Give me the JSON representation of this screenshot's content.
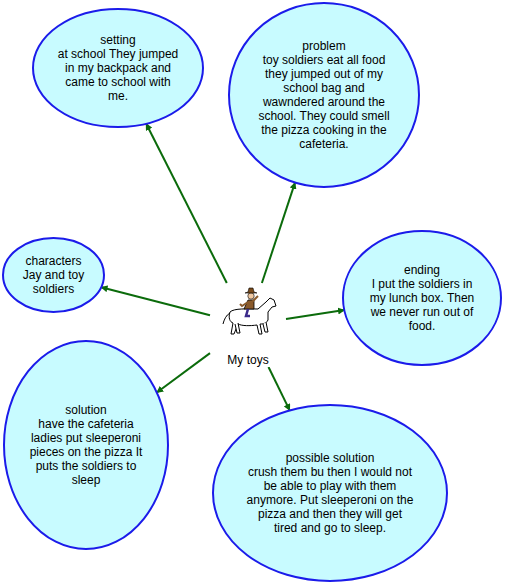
{
  "diagram": {
    "nodes": [
      {
        "text": [
          "setting",
          "at school They jumped in my backpack and came to school with me."
        ]
      },
      {
        "text": [
          "problem",
          "toy soldiers eat all food they jumped out of my school bag and wawndered around the school. They could smell the pizza cooking in the cafeteria."
        ]
      },
      {
        "text": [
          "characters",
          "Jay and toy soldiers"
        ]
      },
      {
        "text": [
          "My toys"
        ]
      },
      {
        "text": [
          "ending",
          "I put the soldiers in my lunch box. Then we never run out of food."
        ]
      },
      {
        "text": [
          "solution",
          "have the cafeteria ladies put sleeperoni pieces on the pizza It puts the soldiers to sleep"
        ]
      },
      {
        "text": [
          "possible solution",
          "crush them bu then I would not be able to play with them anymore. Put sleeperoni on the pizza and then they will get tired and go to sleep."
        ]
      }
    ],
    "edges": [
      {
        "from": 3,
        "to": 0,
        "arrow": "to"
      },
      {
        "from": 3,
        "to": 1,
        "arrow": "to"
      },
      {
        "from": 3,
        "to": 2,
        "arrow": "to"
      },
      {
        "from": 3,
        "to": 4,
        "arrow": "to"
      },
      {
        "from": 3,
        "to": 5,
        "arrow": "to"
      },
      {
        "from": 3,
        "to": 6,
        "arrow": "to"
      }
    ]
  }
}
